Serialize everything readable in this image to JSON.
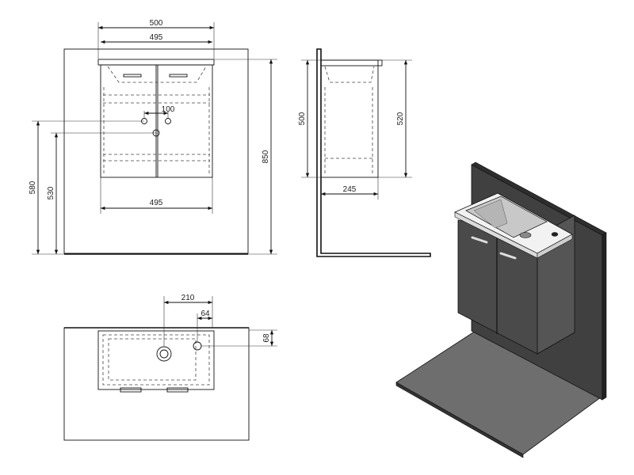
{
  "colors": {
    "line": "#111111",
    "wall": "#404040",
    "wall_side": "#2e2e2e",
    "floor": "#6e6e6e",
    "cabinet_front": "#4a4a4a",
    "cabinet_side": "#555555",
    "basin_top": "#f2f2f2",
    "basin_inner": "#c8c8c8"
  },
  "front_view": {
    "dim_width_top": "500",
    "dim_width_inner": "495",
    "dim_width_bottom": "495",
    "dim_spacing": "100",
    "dim_height_580": "580",
    "dim_height_530": "530",
    "dim_height_total": "850"
  },
  "side_view": {
    "dim_height_500": "500",
    "dim_height_520": "520",
    "dim_depth": "245"
  },
  "top_view": {
    "dim_210": "210",
    "dim_64": "64",
    "dim_68": "68"
  }
}
